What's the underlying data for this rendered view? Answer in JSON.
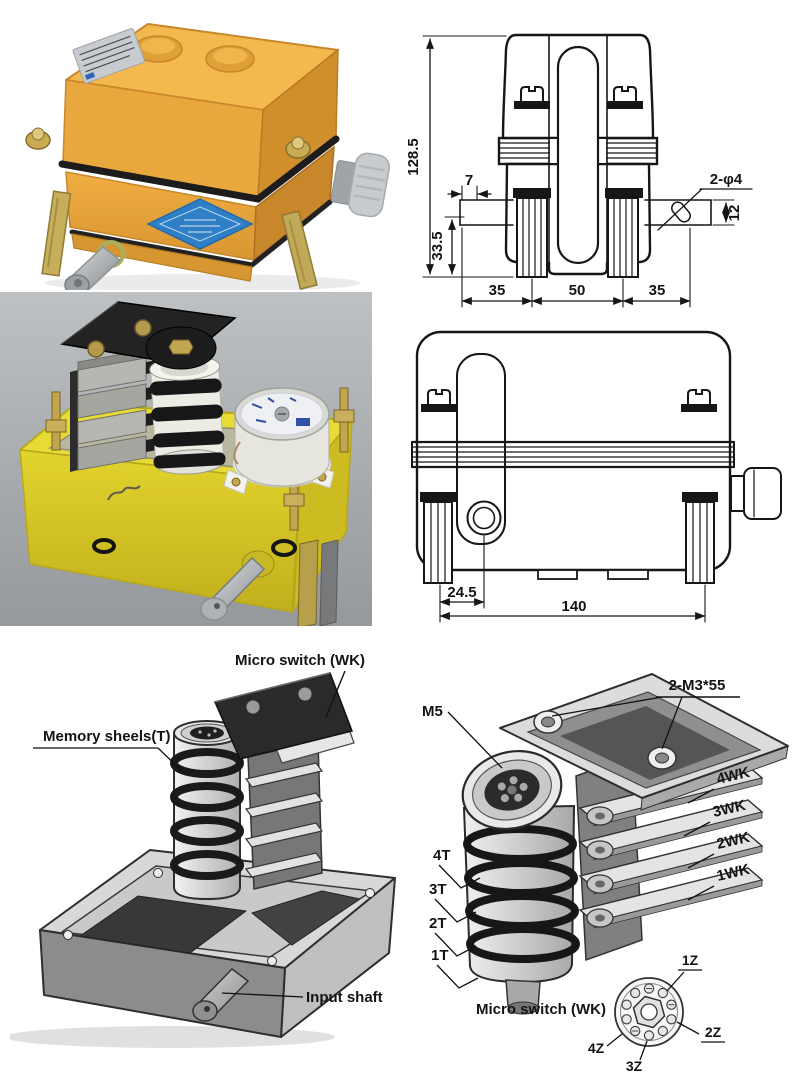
{
  "front_view": {
    "dim_height": "128.5",
    "dim_step": "7",
    "dim_foot": "33.5",
    "dim_left": "35",
    "dim_center": "50",
    "dim_right": "35",
    "hole_callout": "2-φ4",
    "dim_slot": "12"
  },
  "side_view": {
    "dim_shaft": "24.5",
    "dim_width": "140"
  },
  "cutaway_left": {
    "micro_switch": "Micro switch (WK)",
    "memory_sheels": "Memory sheels(T)",
    "input_shaft": "Input shaft"
  },
  "cutaway_right": {
    "m5": "M5",
    "screws": "2-M3*55",
    "wk": [
      "4WK",
      "3WK",
      "2WK",
      "1WK"
    ],
    "t": [
      "4T",
      "3T",
      "2T",
      "1T"
    ],
    "caption": "Micro switch (WK)",
    "z": [
      "1Z",
      "2Z",
      "3Z",
      "4Z"
    ]
  },
  "colors": {
    "housing_orange": "#E8A43C",
    "housing_yellow": "#E4D52F",
    "sticker_blue": "#2E7FC5",
    "photo2_background": "#A4A9AC",
    "drawing_line": "#161616"
  }
}
